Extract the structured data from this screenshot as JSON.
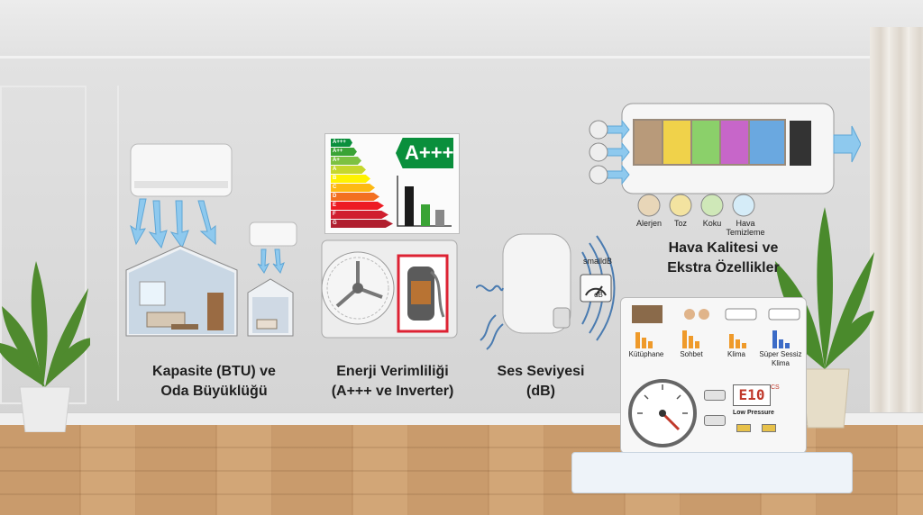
{
  "features": {
    "capacity": {
      "line1": "Kapasite (BTU) ve",
      "line2": "Oda Büyüklüğü"
    },
    "energy": {
      "line1": "Enerji Verimliliği",
      "line2": "(A+++ ve Inverter)",
      "rating": "A+++",
      "scale": [
        "A+++",
        "A++",
        "A+",
        "A",
        "B",
        "C",
        "D",
        "E",
        "F",
        "G"
      ]
    },
    "noise": {
      "line1": "Ses Seviyesi",
      "line2": "(dB)",
      "meter_label": "smalldB",
      "meter_unit": "dB"
    },
    "air_quality": {
      "line1": "Hava Kalitesi ve",
      "line2": "Ekstra Özellikler",
      "filters": [
        "Alerjen",
        "Toz",
        "Koku",
        "Hava Temizleme"
      ]
    }
  },
  "noise_panel": {
    "levels": [
      "Kütüphane",
      "Sohbet",
      "Klima",
      "Süper Sessiz Klima"
    ],
    "display": "E10",
    "display_sub": "CS",
    "warning": "Low Pressure"
  },
  "colors": {
    "energy_scale": [
      "#0a8f3c",
      "#3aa335",
      "#7cc142",
      "#c6d72d",
      "#fff200",
      "#fdb913",
      "#f37021",
      "#ed1c24",
      "#d01f2f",
      "#b01e2e"
    ],
    "arrow": "#8ec9ee",
    "filters": [
      "#c8a57a",
      "#f0d24a",
      "#8bd06a",
      "#a8d8f0"
    ]
  }
}
